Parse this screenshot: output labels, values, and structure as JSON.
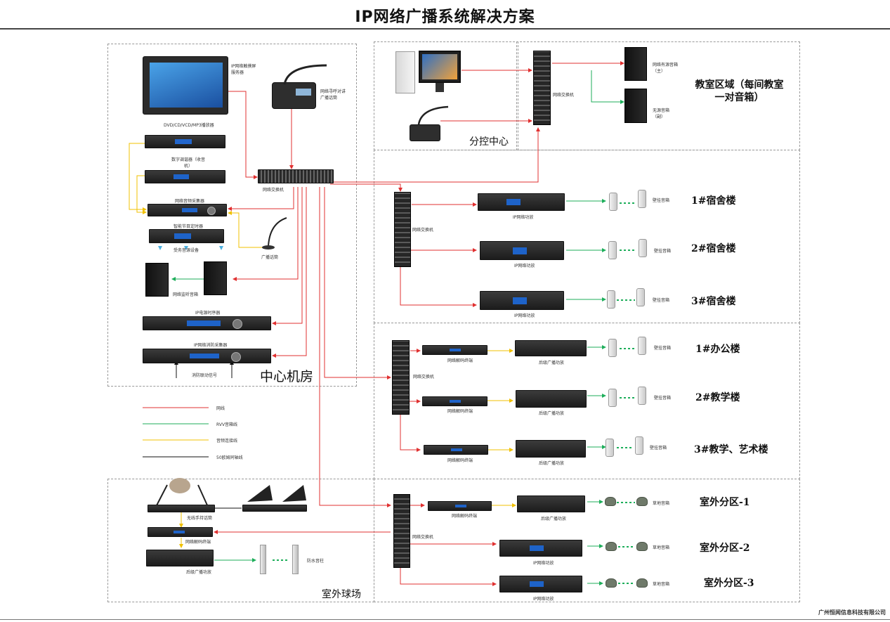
{
  "title": "IP网络广播系统解决方案",
  "footer": "广州恒闻信息科技有限公司",
  "colors": {
    "network": "#e03030",
    "rvv": "#1dae5a",
    "audio": "#f0c000",
    "control": "#111111"
  },
  "zones": {
    "center": "中心机房",
    "sub": "分控中心",
    "classroom": "教室区域（每间教室一对音箱）",
    "outdoor": "室外球场"
  },
  "center_devices": {
    "touch_server": "IP网络触摸屏服务器",
    "console": "网络寻呼对讲广播话筒",
    "dvd": "DVD/CD/VCD/MP3播放器",
    "tuner": "数字调谐器（收音机）",
    "collector": "网络音频采集器",
    "timer": "智能节目定时器",
    "power_equip": "受务音源设备",
    "mic": "广播话筒",
    "monitor": "网络监听音箱",
    "sequencer": "IP电源时序器",
    "fire": "IP网络消防采集器",
    "fire_signal": "消防联动信号",
    "switch": "网络交换机"
  },
  "classroom": {
    "switch": "网络交换机",
    "speaker_main": "网络有源音箱（主）",
    "speaker_sub": "无源音箱（副）"
  },
  "branches": [
    {
      "name": "1#宿舍楼",
      "switch": "网络交换机",
      "amp": "IP网络功放",
      "speaker": "壁挂音箱"
    },
    {
      "name": "2#宿舍楼",
      "amp": "IP网络功放",
      "speaker": "壁挂音箱"
    },
    {
      "name": "3#宿舍楼",
      "amp": "IP网络功放",
      "speaker": "壁挂音箱"
    },
    {
      "name": "1#办公楼",
      "switch": "网络交换机",
      "decoder": "网络解码终端",
      "amp": "后级广播功放",
      "speaker": "壁挂音箱"
    },
    {
      "name": "2#教学楼",
      "decoder": "网络解码终端",
      "amp": "后级广播功放",
      "speaker": "壁挂音箱"
    },
    {
      "name": "3#教学、艺术楼",
      "decoder": "网络解码终端",
      "amp": "后级广播功放",
      "speaker": "壁挂音箱"
    },
    {
      "name": "室外分区-1",
      "switch": "网络交换机",
      "decoder": "网络解码终端",
      "amp": "后级广播功放",
      "speaker": "草地音箱"
    },
    {
      "name": "室外分区-2",
      "amp": "IP网络功放",
      "speaker": "草地音箱"
    },
    {
      "name": "室外分区-3",
      "amp": "IP网络功放",
      "speaker": "草地音箱"
    }
  ],
  "outdoor_devices": {
    "wireless": "无线手持话筒",
    "decoder": "网络解码终端",
    "amp": "后级广播功放",
    "column": "防水音柱"
  },
  "legend": [
    {
      "label": "网线",
      "color": "#e03030"
    },
    {
      "label": "RVV音箱线",
      "color": "#1dae5a"
    },
    {
      "label": "音频连接线",
      "color": "#f0c000"
    },
    {
      "label": "50欧姆同轴线",
      "color": "#111111"
    }
  ]
}
